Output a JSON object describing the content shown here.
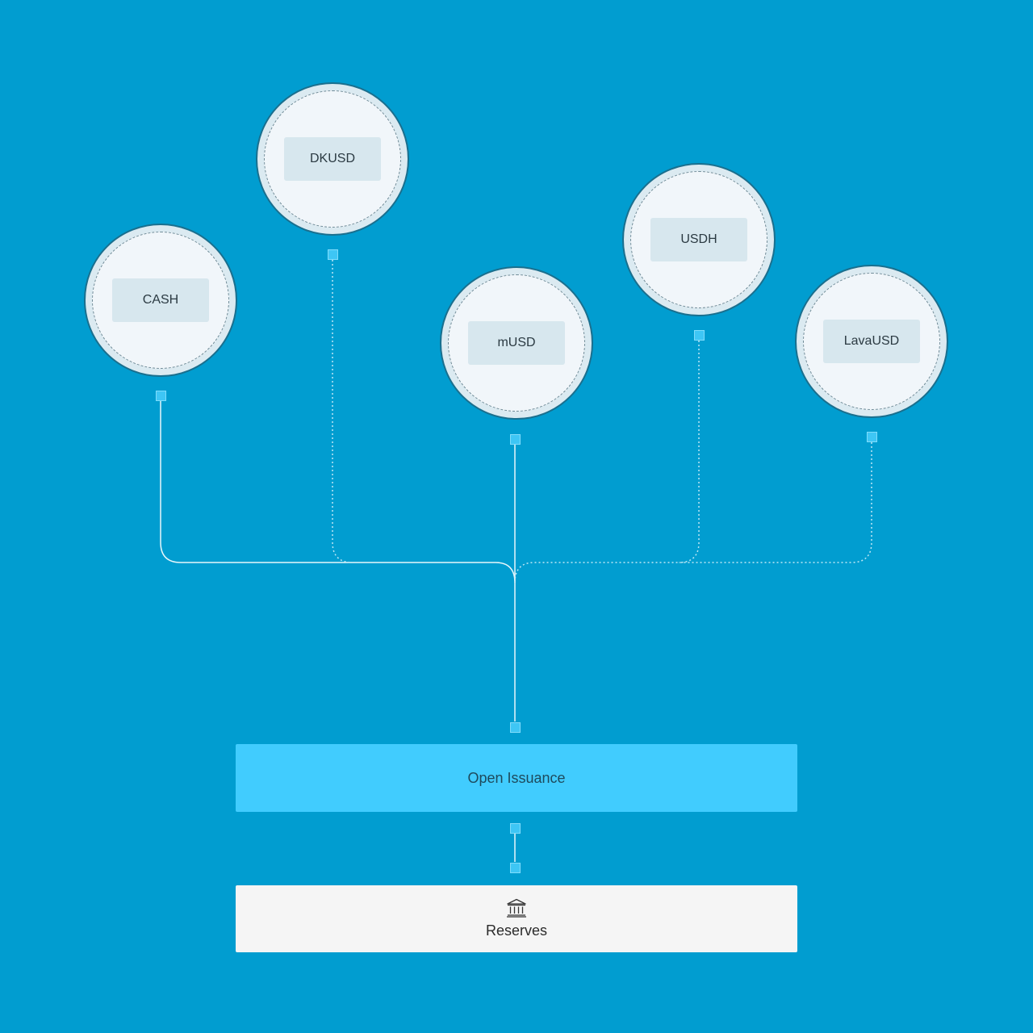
{
  "tokens": [
    {
      "label": "CASH"
    },
    {
      "label": "DKUSD"
    },
    {
      "label": "mUSD"
    },
    {
      "label": "USDH"
    },
    {
      "label": "LavaUSD"
    }
  ],
  "issuance": {
    "label": "Open Issuance"
  },
  "reserves": {
    "label": "Reserves",
    "icon": "bank-icon"
  },
  "colors": {
    "background": "#019dd0",
    "issuance": "#41ccfe",
    "reserves": "#f5f5f5",
    "port": "#3ec6f5",
    "connector": "#e8f6fb"
  }
}
